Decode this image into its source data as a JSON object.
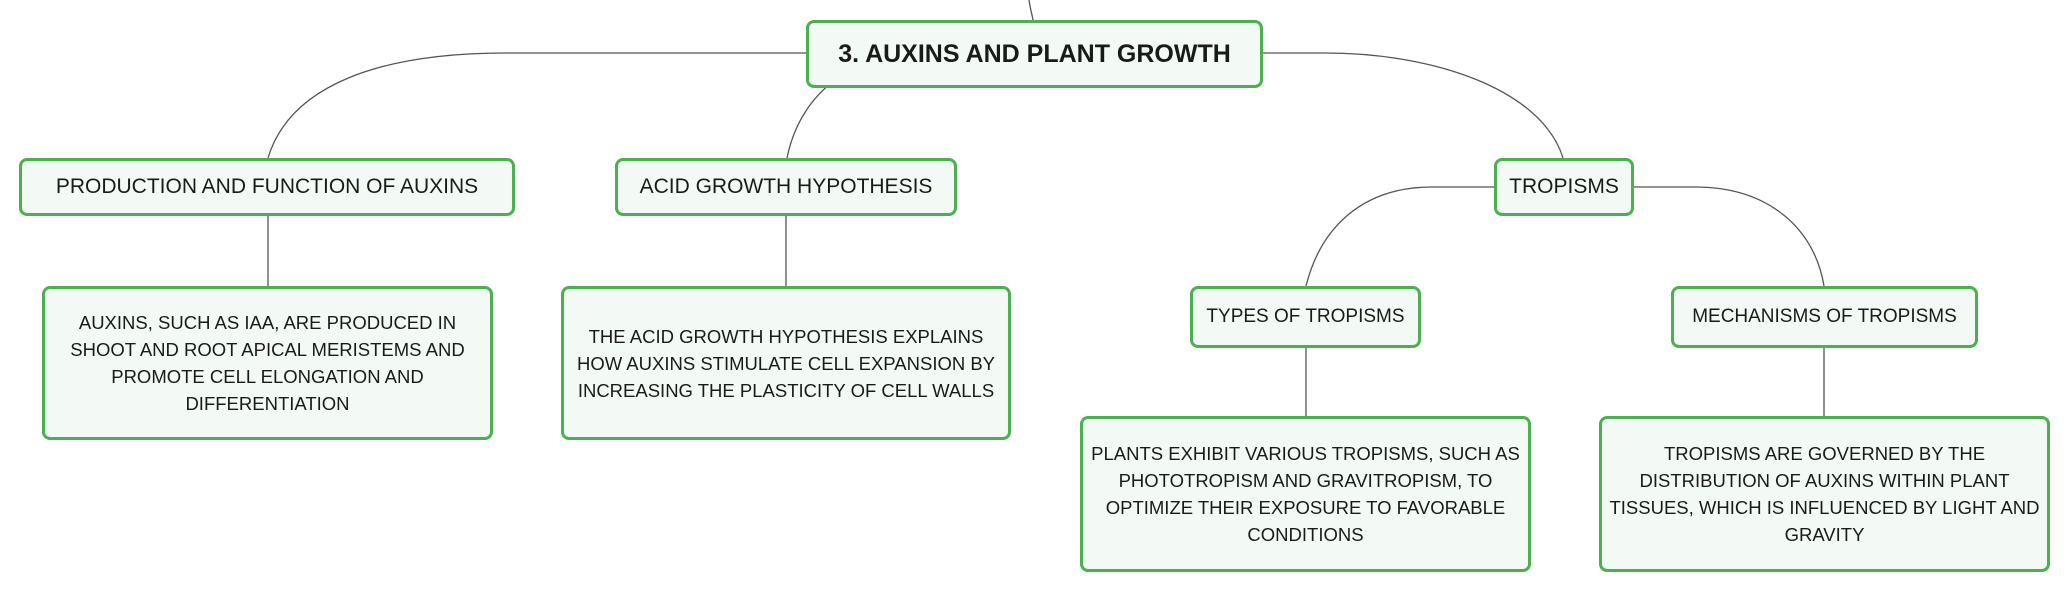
{
  "root": {
    "label": "3. AUXINS AND PLANT GROWTH"
  },
  "branches": {
    "production": {
      "label": "PRODUCTION AND FUNCTION OF AUXINS",
      "detail": "AUXINS, SUCH AS IAA, ARE PRODUCED IN SHOOT AND ROOT APICAL MERISTEMS AND PROMOTE CELL ELONGATION AND DIFFERENTIATION"
    },
    "acid_growth": {
      "label": "ACID GROWTH HYPOTHESIS",
      "detail": "THE ACID GROWTH HYPOTHESIS EXPLAINS HOW AUXINS STIMULATE CELL EXPANSION BY INCREASING THE PLASTICITY OF CELL WALLS"
    },
    "tropisms": {
      "label": "TROPISMS",
      "types": {
        "label": "TYPES OF TROPISMS",
        "detail": "PLANTS EXHIBIT VARIOUS TROPISMS, SUCH AS PHOTOTROPISM AND GRAVITROPISM, TO OPTIMIZE THEIR EXPOSURE TO FAVORABLE CONDITIONS"
      },
      "mechanisms": {
        "label": "MECHANISMS OF TROPISMS",
        "detail": "TROPISMS ARE GOVERNED BY THE DISTRIBUTION OF AUXINS WITHIN PLANT TISSUES, WHICH IS INFLUENCED BY LIGHT AND GRAVITY"
      }
    }
  },
  "colors": {
    "border": "#4caf50",
    "fill": "#f3faf5",
    "connector": "#555555"
  }
}
